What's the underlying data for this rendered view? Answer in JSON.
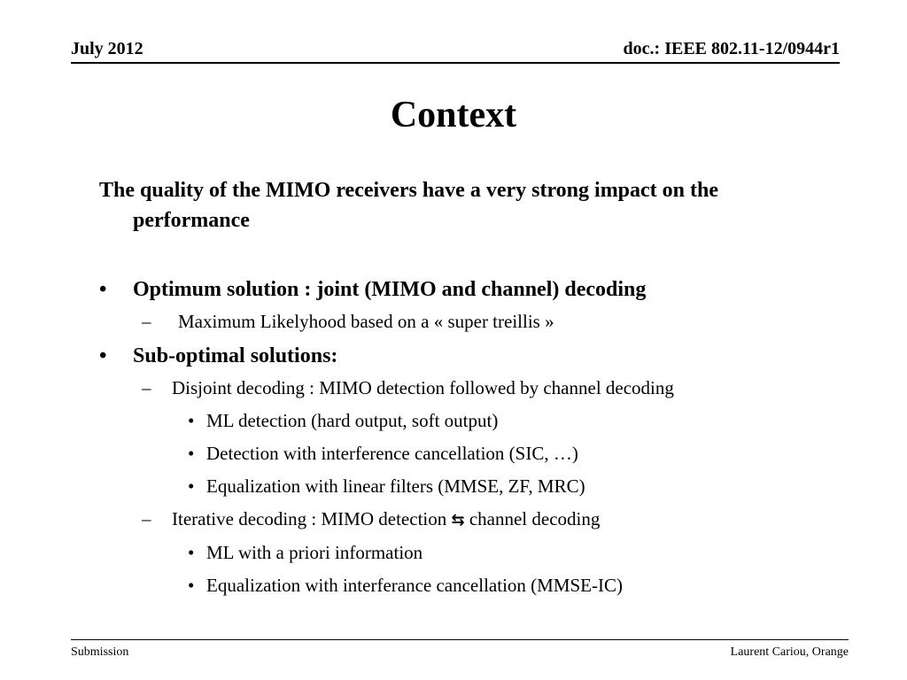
{
  "header": {
    "date": "July 2012",
    "doc": "doc.: IEEE 802.11-12/0944r1"
  },
  "title": "Context",
  "intro": "The quality of the MIMO receivers have a very strong impact on the performance",
  "markers": {
    "bullet": "•",
    "dash": "–",
    "arrow": "⇆"
  },
  "sections": [
    {
      "label": "Optimum solution : joint (MIMO and channel) decoding",
      "items": [
        {
          "text": "Maximum Likelyhood based on a « super treillis »",
          "subitems": []
        }
      ]
    },
    {
      "label": "Sub-optimal solutions:",
      "items": [
        {
          "text": "Disjoint decoding : MIMO detection followed by channel decoding",
          "subitems": [
            "ML detection (hard output, soft output)",
            "Detection with interference cancellation (SIC, …)",
            "Equalization with linear filters (MMSE, ZF, MRC)"
          ]
        },
        {
          "text_before": "Iterative decoding : MIMO detection",
          "text_after": "channel decoding",
          "subitems": [
            "ML with a priori information",
            "Equalization with interferance cancellation (MMSE-IC)"
          ]
        }
      ]
    }
  ],
  "footer": {
    "left": "Submission",
    "right": "Laurent Cariou, Orange"
  }
}
